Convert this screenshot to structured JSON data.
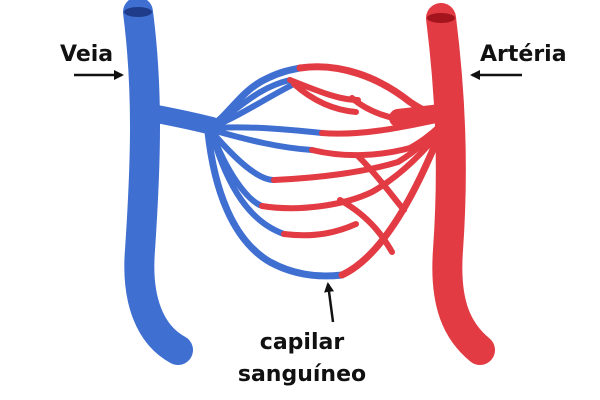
{
  "labels": {
    "vein": "Veia",
    "artery": "Artéria",
    "capillary_line1": "capilar",
    "capillary_line2": "sanguíneo"
  },
  "colors": {
    "vein": "#3F6FD1",
    "vein_dark": "#1E3C8A",
    "artery": "#E23B43",
    "artery_dark": "#A3141C",
    "label_text": "#111111",
    "arrow": "#111111",
    "background": "#ffffff"
  }
}
